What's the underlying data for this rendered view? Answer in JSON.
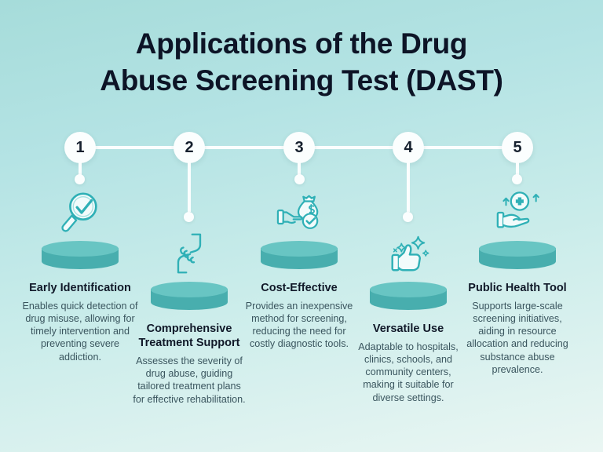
{
  "title": {
    "line1": "Applications of the Drug",
    "line2": "Abuse Screening Test (DAST)"
  },
  "colors": {
    "background_top": "#a6dcda",
    "background_bottom": "#eaf6f3",
    "accent_teal": "#2fb0b6",
    "disc_top": "#68c5c3",
    "disc_side": "#48aeae",
    "node_background": "#fbfefe",
    "heading_text": "#101828",
    "body_text": "#3a555e"
  },
  "steps": [
    {
      "number": "1",
      "icon": "magnifier-check-icon",
      "title": "Early Identification",
      "description": "Enables quick detection of drug misuse, allowing for timely intervention and preventing severe addiction."
    },
    {
      "number": "2",
      "icon": "handshake-icon",
      "title": "Comprehensive Treatment Support",
      "description": "Assesses the severity of drug abuse, guiding tailored treatment plans for effective rehabilitation."
    },
    {
      "number": "3",
      "icon": "money-hand-check-icon",
      "title": "Cost-Effective",
      "description": "Provides an inexpensive method for screening, reducing the need for costly diagnostic tools."
    },
    {
      "number": "4",
      "icon": "thumbs-up-sparkles-icon",
      "title": "Versatile Use",
      "description": "Adaptable to hospitals, clinics, schools, and community centers, making it suitable for diverse settings."
    },
    {
      "number": "5",
      "icon": "health-hand-icon",
      "title": "Public Health Tool",
      "description": "Supports large-scale screening initiatives, aiding in resource allocation and reducing substance abuse prevalence."
    }
  ]
}
